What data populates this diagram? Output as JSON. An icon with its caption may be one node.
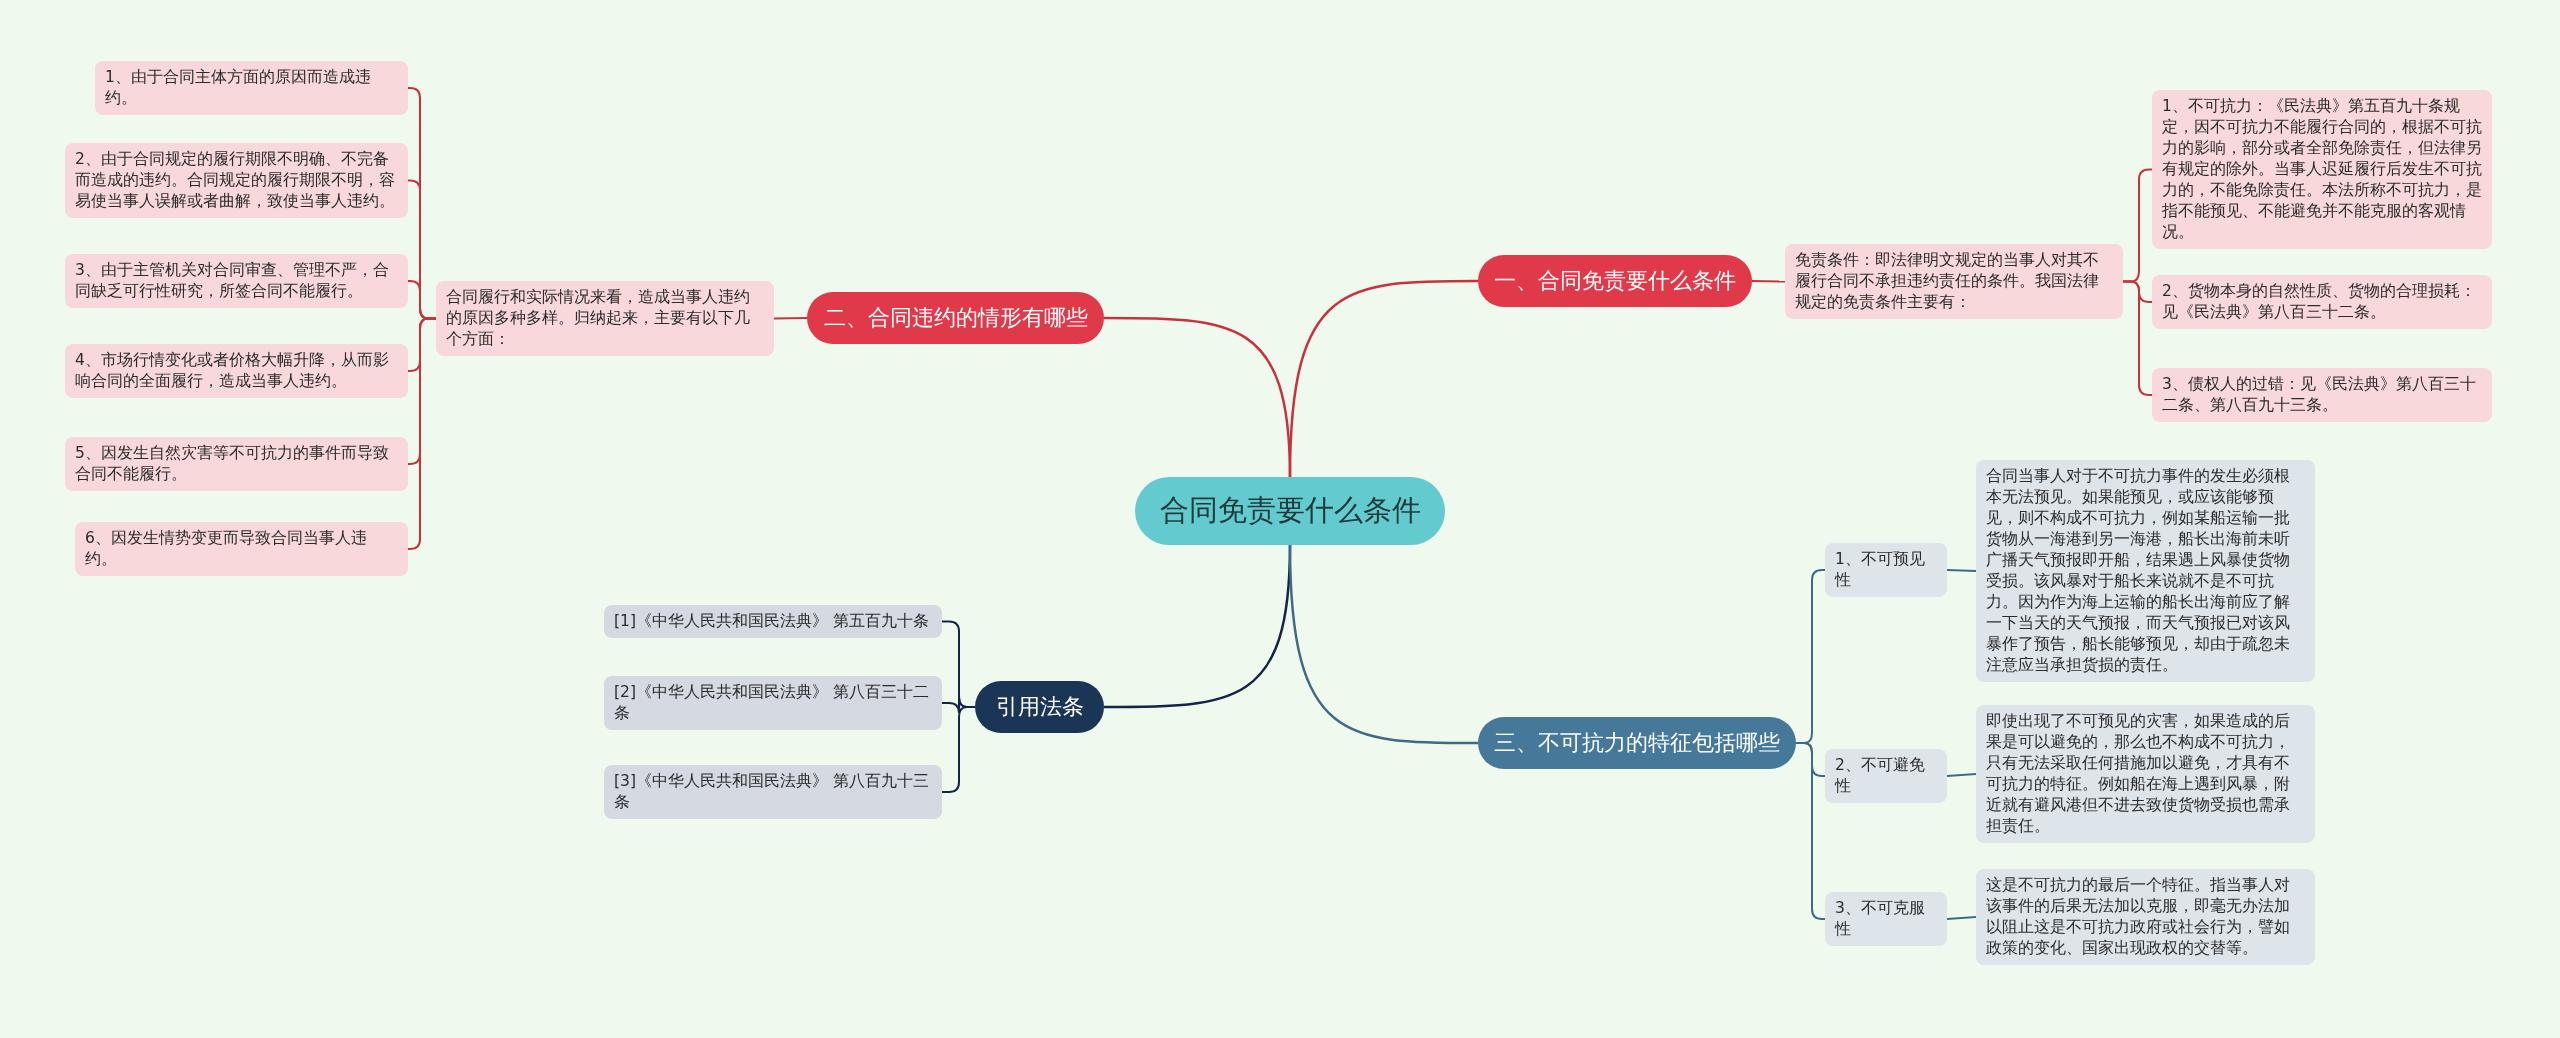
{
  "diagram": {
    "nodes": [
      {
        "text": [
          "合同免责要什么条件"
        ]
      },
      {
        "text": [
          "一、合同免责要什么条件"
        ]
      },
      {
        "text": [
          "免责条件：即法律明文规定的当事人对其不履行合同不承担违约责任的条件。我国法律规定的免责条件主要有："
        ]
      },
      {
        "text": [
          "1、不可抗力：《民法典》第五百九十条规定，因不可抗力不能履行合同的，根据不可抗力的影响，部分或者全部免除责任，但法律另有规定的除外。当事人迟延履行后发生不可抗力的，不能免除责任。本法所称不可抗力，是指不能预见、不能避免并不能克服的客观情况。"
        ]
      },
      {
        "text": [
          "2、货物本身的自然性质、货物的合理损耗：见《民法典》第八百三十二条。"
        ]
      },
      {
        "text": [
          "3、债权人的过错：见《民法典》第八百三十二条、第八百九十三条。"
        ]
      },
      {
        "text": [
          "二、合同违约的情形有哪些"
        ]
      },
      {
        "text": [
          "合同履行和实际情况来看，造成当事人违约的原因多种多样。归纳起来，主要有以下几个方面："
        ]
      },
      {
        "text": [
          "1、由于合同主体方面的原因而造成违约。"
        ]
      },
      {
        "text": [
          "2、由于合同规定的履行期限不明确、不完备而造成的违约。合同规定的履行期限不明，容易使当事人误解或者曲解，致使当事人违约。"
        ]
      },
      {
        "text": [
          "3、由于主管机关对合同审查、管理不严，合同缺乏可行性研究，所签合同不能履行。"
        ]
      },
      {
        "text": [
          "4、市场行情变化或者价格大幅升降，从而影响合同的全面履行，造成当事人违约。"
        ]
      },
      {
        "text": [
          "5、因发生自然灾害等不可抗力的事件而导致合同不能履行。"
        ]
      },
      {
        "text": [
          "6、因发生情势变更而导致合同当事人违约。"
        ]
      },
      {
        "text": [
          "引用法条"
        ]
      },
      {
        "text": [
          "[1]《中华人民共和国民法典》 第五百九十条"
        ]
      },
      {
        "text": [
          "[2]《中华人民共和国民法典》 第八百三十二条"
        ]
      },
      {
        "text": [
          "[3]《中华人民共和国民法典》 第八百九十三条"
        ]
      },
      {
        "text": [
          "三、不可抗力的特征包括哪些"
        ]
      },
      {
        "text": [
          "1、不可预见性"
        ]
      },
      {
        "text": [
          "合同当事人对于不可抗力事件的发生必须根本无法预见。如果能预见，或应该能够预见，则不构成不可抗力，例如某船运输一批货物从一海港到另一海港，船长出海前未听广播天气预报即开船，结果遇上风暴使货物受损。该风暴对于船长来说就不是不可抗力。因为作为海上运输的船长出海前应了解一下当天的天气预报，而天气预报已对该风暴作了预告，船长能够预见，却由于疏忽未注意应当承担货损的责任。"
        ]
      },
      {
        "text": [
          "2、不可避免性"
        ]
      },
      {
        "text": [
          "即使出现了不可预见的灾害，如果造成的后果是可以避免的，那么也不构成不可抗力，只有无法采取任何措施加以避免，才具有不可抗力的特征。例如船在海上遇到风暴，附近就有避风港但不进去致使货物受损也需承担责任。"
        ]
      },
      {
        "text": [
          "3、不可克服性"
        ]
      },
      {
        "text": [
          "这是不可抗力的最后一个特征。指当事人对该事件的后果无法加以克服，即毫无办法加以阻止这是不可抗力政府或社会行为，譬如政策的变化、国家出现政权的交替等。"
        ]
      }
    ],
    "edges": [
      {
        "from": 0,
        "to": 1,
        "arrow": "none"
      },
      {
        "from": 1,
        "to": 2,
        "arrow": "none"
      },
      {
        "from": 2,
        "to": 3,
        "arrow": "none"
      },
      {
        "from": 2,
        "to": 4,
        "arrow": "none"
      },
      {
        "from": 2,
        "to": 5,
        "arrow": "none"
      },
      {
        "from": 0,
        "to": 6,
        "arrow": "none"
      },
      {
        "from": 6,
        "to": 7,
        "arrow": "none"
      },
      {
        "from": 7,
        "to": 8,
        "arrow": "none"
      },
      {
        "from": 7,
        "to": 9,
        "arrow": "none"
      },
      {
        "from": 7,
        "to": 10,
        "arrow": "none"
      },
      {
        "from": 7,
        "to": 11,
        "arrow": "none"
      },
      {
        "from": 7,
        "to": 12,
        "arrow": "none"
      },
      {
        "from": 7,
        "to": 13,
        "arrow": "none"
      },
      {
        "from": 0,
        "to": 14,
        "arrow": "none",
        "color": "#14254a"
      },
      {
        "from": 14,
        "to": 15,
        "arrow": "none",
        "color": "#14254a"
      },
      {
        "from": 14,
        "to": 16,
        "arrow": "none",
        "color": "#14254a"
      },
      {
        "from": 14,
        "to": 17,
        "arrow": "none",
        "color": "#14254a"
      },
      {
        "from": 0,
        "to": 18,
        "arrow": "none",
        "color": "#3f6a86"
      },
      {
        "from": 18,
        "to": 19,
        "arrow": "none",
        "color": "#3f6a86"
      },
      {
        "from": 19,
        "to": 20,
        "arrow": "none",
        "color": "#3f6a86"
      },
      {
        "from": 18,
        "to": 21,
        "arrow": "none",
        "color": "#3f6a86"
      },
      {
        "from": 21,
        "to": 22,
        "arrow": "none",
        "color": "#3f6a86"
      },
      {
        "from": 18,
        "to": 23,
        "arrow": "none",
        "color": "#3f6a86"
      },
      {
        "from": 23,
        "to": 24,
        "arrow": "none",
        "color": "#3f6a86"
      }
    ]
  }
}
